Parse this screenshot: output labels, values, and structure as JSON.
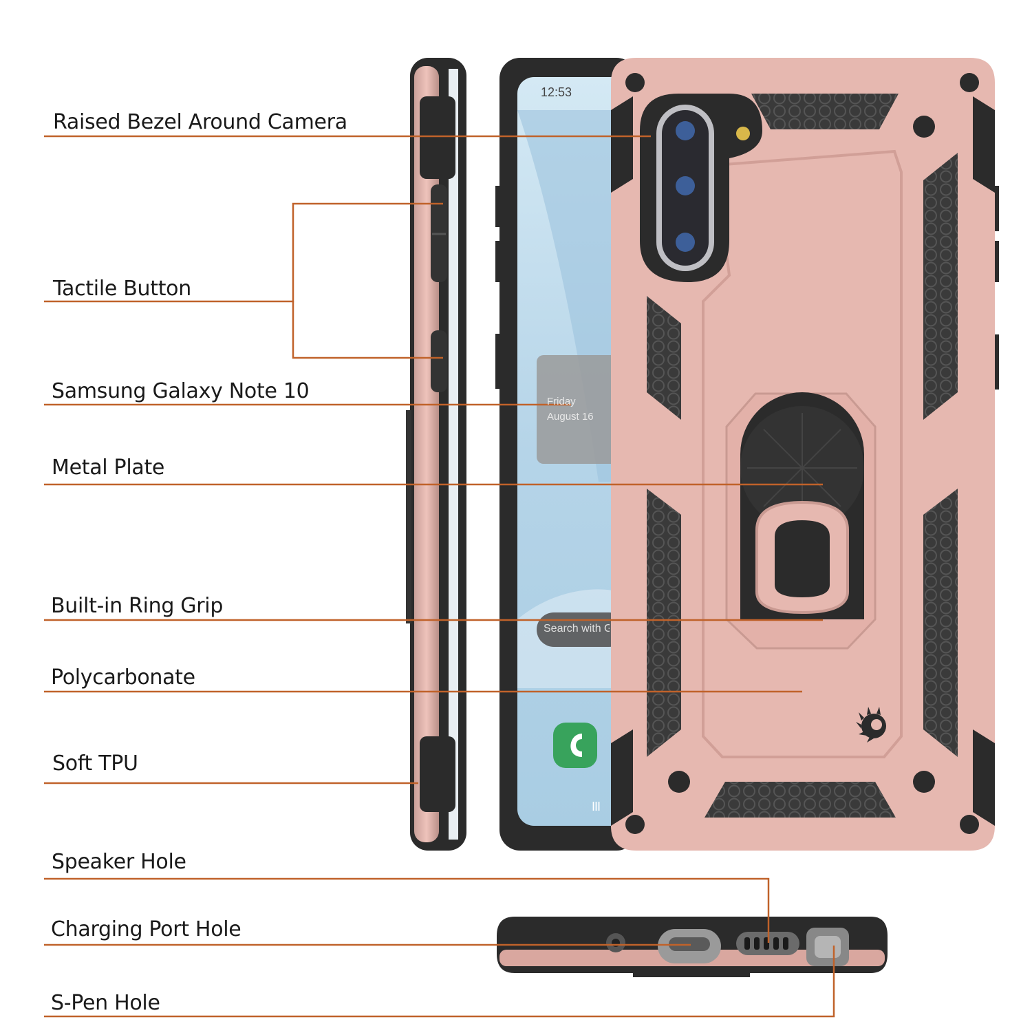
{
  "callouts": {
    "raised_bezel": "Raised Bezel Around Camera",
    "tactile_button": "Tactile Button",
    "device_model": "Samsung Galaxy Note 10",
    "metal_plate": "Metal Plate",
    "ring_grip": "Built-in Ring Grip",
    "polycarbonate": "Polycarbonate",
    "soft_tpu": "Soft TPU",
    "speaker_hole": "Speaker Hole",
    "charging_port": "Charging Port Hole",
    "spen_hole": "S-Pen Hole"
  },
  "phone_screen": {
    "clock": "12:53",
    "widget_day": "Friday",
    "widget_date": "August 16",
    "search_text": "Search with G",
    "nav_recent": "III"
  },
  "colors": {
    "case_rose_gold": "#e6b8b0",
    "tpu_black": "#2b2b2b",
    "callout_line": "#c0622a",
    "screen_blue": "#b9d8ea"
  },
  "icons": {
    "brand_logo": "punkcase-sunburst-logo",
    "app_icon": "phone-app-icon"
  }
}
